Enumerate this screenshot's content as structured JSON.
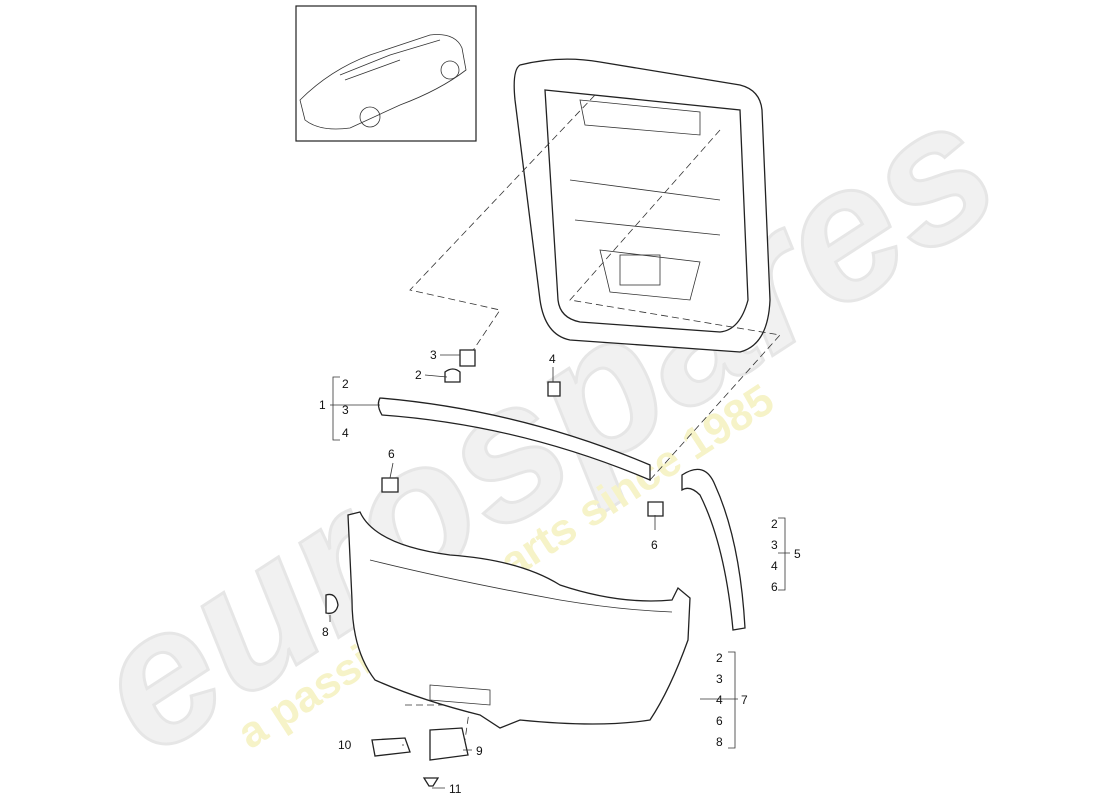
{
  "watermark": {
    "brand": "eurospares",
    "tagline": "a passion for parts since 1985"
  },
  "callouts": {
    "part1": {
      "number": "1",
      "sub": [
        "2",
        "3",
        "4"
      ]
    },
    "part5": {
      "number": "5",
      "sub": [
        "2",
        "3",
        "4",
        "6"
      ]
    },
    "part7": {
      "number": "7",
      "sub": [
        "2",
        "3",
        "4",
        "6",
        "8"
      ]
    },
    "single": {
      "p3": "3",
      "p2": "2",
      "p4": "4",
      "p6a": "6",
      "p6b": "6",
      "p8": "8",
      "p9": "9",
      "p10": "10",
      "p11": "11"
    }
  }
}
